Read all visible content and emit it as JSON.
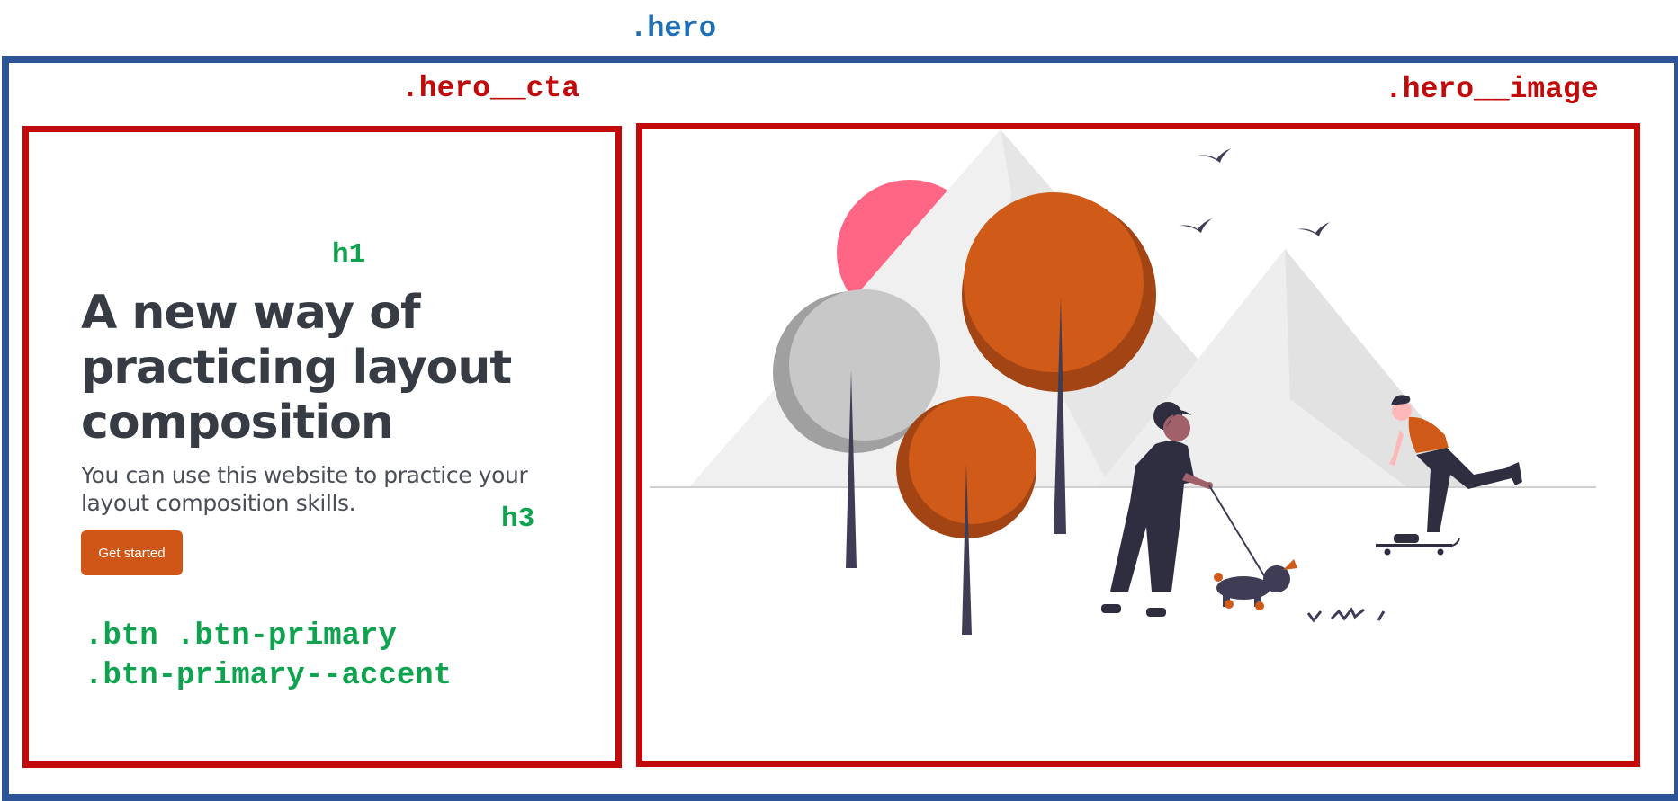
{
  "labels": {
    "hero": ".hero",
    "hero_cta": ".hero__cta",
    "hero_image": ".hero__image",
    "h1": "h1",
    "h3": "h3",
    "btn_line1": ".btn .btn-primary",
    "btn_line2": ".btn-primary--accent"
  },
  "hero": {
    "headline": "A new way of practicing layout composition",
    "subheadline": "You can use this website to practice your layout composition skills.",
    "button_label": "Get started"
  },
  "colors": {
    "hero_border": "#2d5496",
    "region_border": "#c10a0a",
    "annotation_green": "#10a34f",
    "button_accent": "#cf5616",
    "heading_text": "#363b44"
  },
  "illustration": {
    "icons": [
      "sun-icon",
      "mountain-icon",
      "tree-icon",
      "bird-icon",
      "woman-walking-dog-icon",
      "dog-icon",
      "skateboarder-icon",
      "grass-icon"
    ]
  }
}
